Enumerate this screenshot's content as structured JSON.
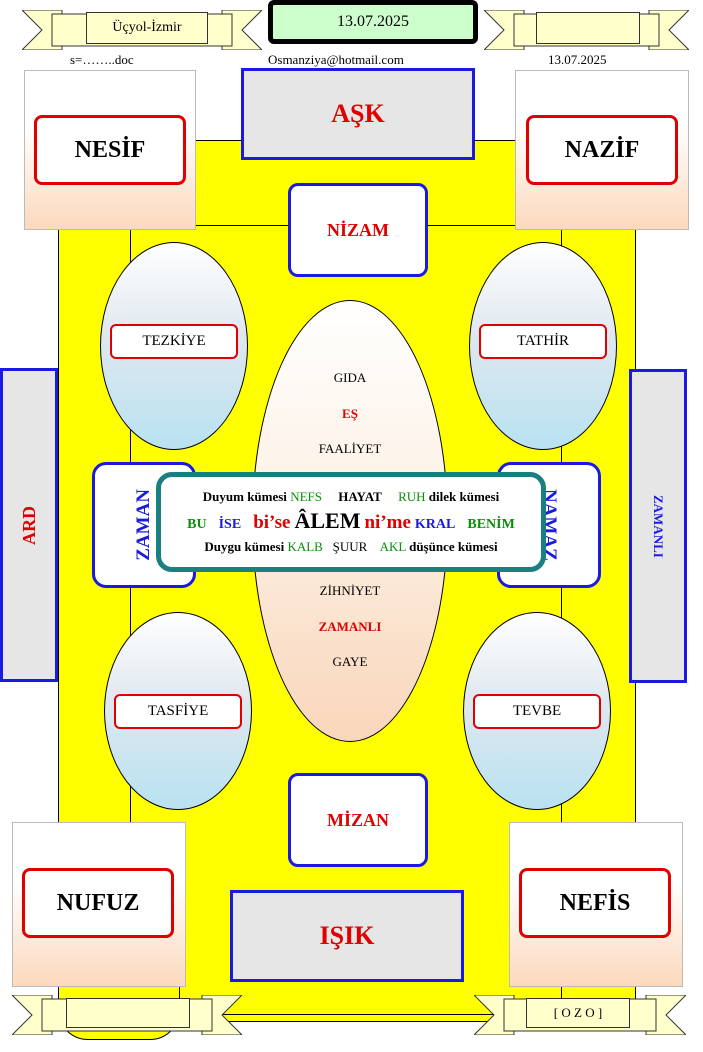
{
  "header": {
    "location": "Üçyol-İzmir",
    "date_box": "13.07.2025",
    "filename": "s=……..doc",
    "email": "Osmanziya@hotmail.com",
    "date_right": "13.07.2025"
  },
  "footer": {
    "right_label": "[ O Z O ]"
  },
  "corners": {
    "top_left": "NESİF",
    "top_right": "NAZİF",
    "bottom_left": "NUFUZ",
    "bottom_right": "NEFİS"
  },
  "top_center": "AŞK",
  "bottom_center": "IŞIK",
  "nizam": "NİZAM",
  "mizan": "MİZAN",
  "side_left": "ARD",
  "side_right": "ZAMANLI",
  "inner_left": "ZAMAN",
  "inner_right": "NAMAZ",
  "ellipses": {
    "top_left": "TEZKİYE",
    "top_right": "TATHİR",
    "bottom_left": "TASFİYE",
    "bottom_right": "TEVBE"
  },
  "center_list_top": [
    "GIDA",
    "EŞ",
    "FAALİYET"
  ],
  "center_list_bottom": [
    "ZİHNİYET",
    "ZAMANLI",
    "GAYE"
  ],
  "center_box": {
    "row1": {
      "a": "Duyum kümesi",
      "b": "NEFS",
      "c": "HAYAT",
      "d": "RUH",
      "e": "dilek kümesi"
    },
    "row2": {
      "a": "BU",
      "b": "İSE",
      "c": "bi’se",
      "d": "ÂLEM",
      "e": "ni’me",
      "f": "KRAL",
      "g": "BENİM"
    },
    "row3": {
      "a": "Duygu kümesi",
      "b": "KALB",
      "c": "ŞUUR",
      "d": "AKL",
      "e": "düşünce kümesi"
    }
  },
  "colors": {
    "red": "#e00000",
    "blue": "#1a1ae0",
    "green": "#0a8f0a",
    "teal": "#1a7f7f",
    "yellow": "#ffff00"
  }
}
